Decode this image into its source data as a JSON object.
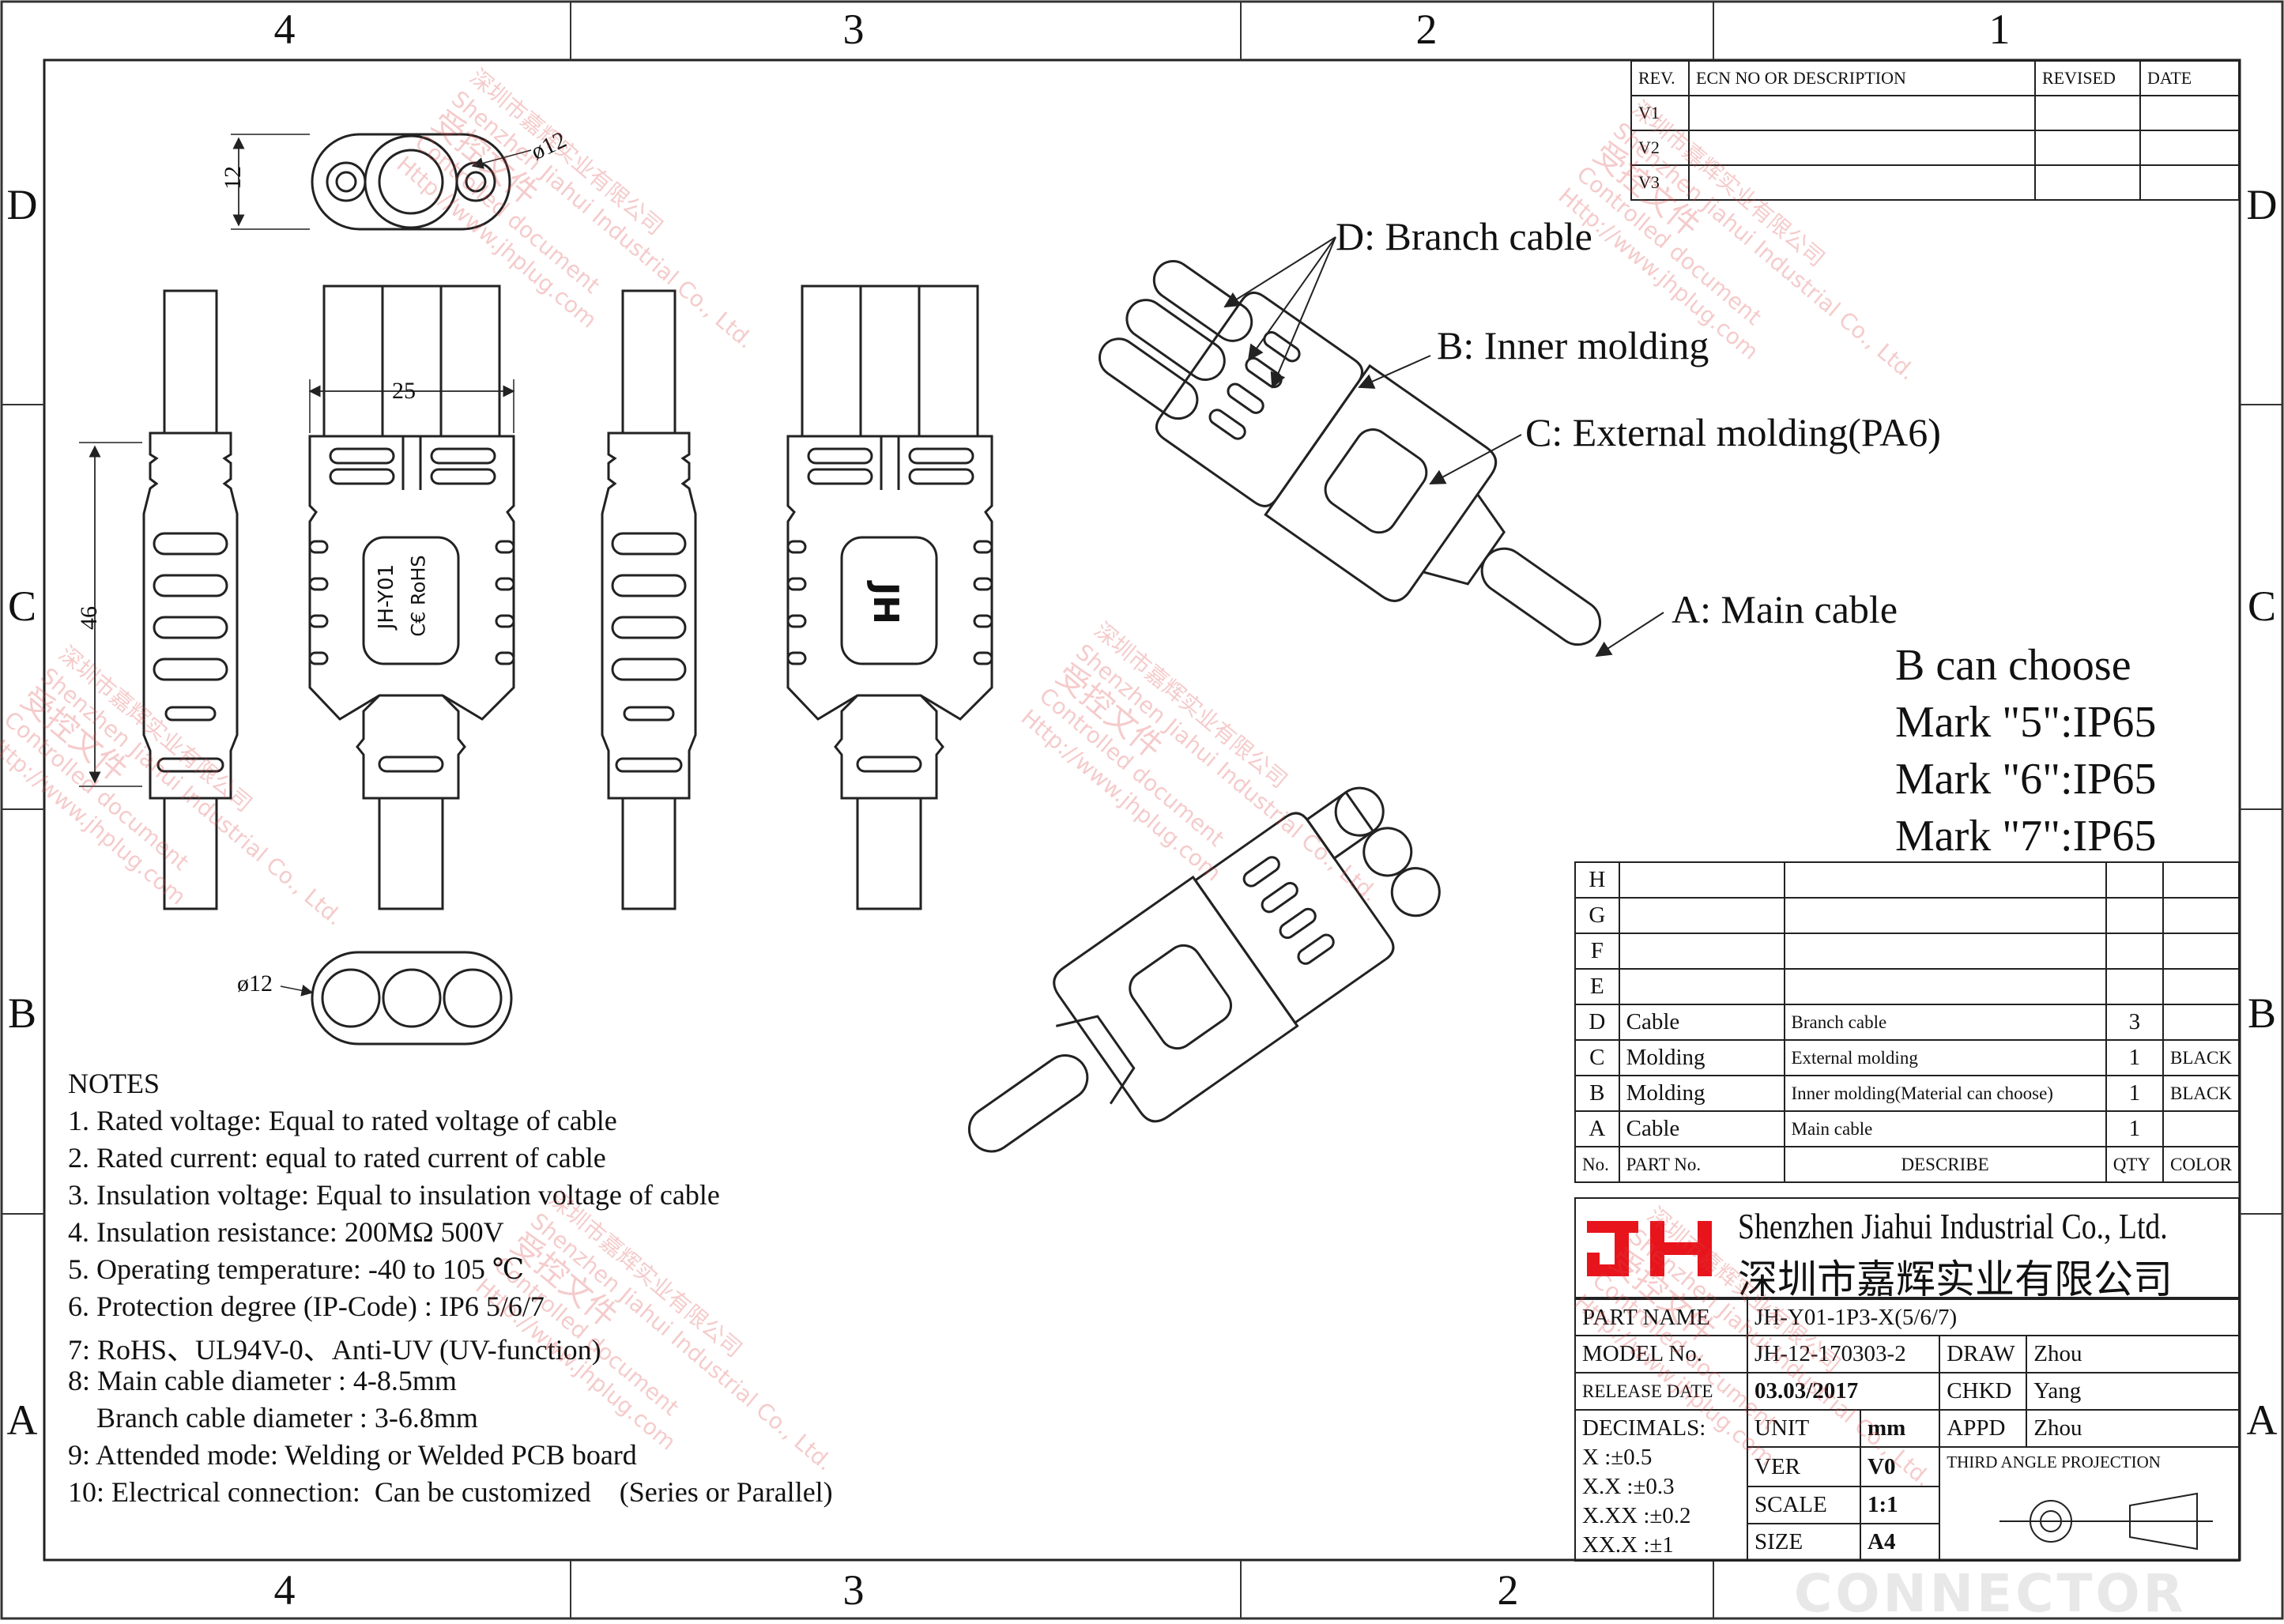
{
  "border": {
    "top_cols": [
      "4",
      "3",
      "2",
      "1"
    ],
    "bottom_cols": [
      "4",
      "3",
      "2"
    ],
    "rows": [
      "D",
      "C",
      "B",
      "A"
    ]
  },
  "revision_table": {
    "headers": [
      "REV.",
      "ECN NO OR DESCRIPTION",
      "REVISED",
      "DATE"
    ],
    "rows": [
      "V1",
      "V2",
      "V3"
    ]
  },
  "callouts": {
    "branch_cable": "D: Branch cable",
    "inner_molding": "B: Inner molding",
    "external_molding": "C: External molding(PA6)",
    "main_cable": "A: Main cable"
  },
  "b_choice": {
    "title": "B can choose",
    "lines": [
      "Mark \"5\":IP65",
      "Mark \"6\":IP65",
      "Mark \"7\":IP65"
    ]
  },
  "dimensions": {
    "height_12": "12",
    "dia_12_top": "ø12",
    "width_25": "25",
    "height_46": "46",
    "dia_12_bottom": "ø12"
  },
  "part_markings": {
    "model": "JH-Y01",
    "certs": "C€ RoHS",
    "logo": "JH"
  },
  "notes": {
    "title": "NOTES",
    "lines": [
      "1. Rated voltage: Equal to rated voltage of cable",
      "2. Rated current: equal to rated  current of cable",
      "3. Insulation voltage: Equal to insulation voltage of cable",
      "4. Insulation resistance: 200MΩ 500V",
      "5. Operating temperature: -40 to 105 ℃",
      "6. Protection degree (IP-Code) : IP6 5/6/7",
      "7: RoHS、UL94V-0、Anti-UV (UV-function)",
      "8: Main cable diameter : 4-8.5mm",
      "    Branch cable diameter : 3-6.8mm",
      "9: Attended mode:  Welding or Welded PCB board",
      "10: Electrical connection:  Can be customized    (Series or Parallel)"
    ]
  },
  "bom": {
    "empty_rows": [
      "H",
      "G",
      "F",
      "E"
    ],
    "rows": [
      {
        "no": "D",
        "part": "Cable",
        "describe": "Branch cable",
        "qty": "3",
        "color": ""
      },
      {
        "no": "C",
        "part": "Molding",
        "describe": "External molding",
        "qty": "1",
        "color": "BLACK"
      },
      {
        "no": "B",
        "part": "Molding",
        "describe": "Inner molding(Material can choose)",
        "qty": "1",
        "color": "BLACK"
      },
      {
        "no": "A",
        "part": "Cable",
        "describe": "Main cable",
        "qty": "1",
        "color": ""
      }
    ],
    "headers": [
      "No.",
      "PART No.",
      "DESCRIBE",
      "QTY",
      "COLOR"
    ]
  },
  "company": {
    "logo_text": "JH",
    "name_en": "Shenzhen Jiahui Industrial Co., Ltd.",
    "name_cn": "深圳市嘉辉实业有限公司",
    "brand_color": "#e8141c"
  },
  "title_block": {
    "part_name_label": "PART NAME",
    "part_name": "JH-Y01-1P3-X(5/6/7)",
    "model_label": "MODEL No.",
    "model": "JH-12-170303-2",
    "release_label": "RELEASE DATE",
    "release": "03.03/2017",
    "decimals_label": "DECIMALS:",
    "decimals": [
      "X      :±0.5",
      "X.X    :±0.3",
      "X.XX  :±0.2",
      "XX.X  :±1"
    ],
    "unit_label": "UNIT",
    "unit": "mm",
    "ver_label": "VER",
    "ver": "V0",
    "scale_label": "SCALE",
    "scale": "1:1",
    "size_label": "SIZE",
    "size": "A4",
    "draw_label": "DRAW",
    "draw": "Zhou",
    "chkd_label": "CHKD",
    "chkd": "Yang",
    "appd_label": "APPD",
    "appd": "Zhou",
    "projection": "THIRD ANGLE PROJECTION"
  },
  "watermark": {
    "cn": "深圳市嘉辉实业有限公司",
    "en": "Shenzhen Jiahui Industrial Co., Ltd.",
    "stamp": "受控文件",
    "controlled": "Controlled document",
    "url": "Http://www.jhplug.com"
  },
  "footer_brand": "CONNECTOR"
}
